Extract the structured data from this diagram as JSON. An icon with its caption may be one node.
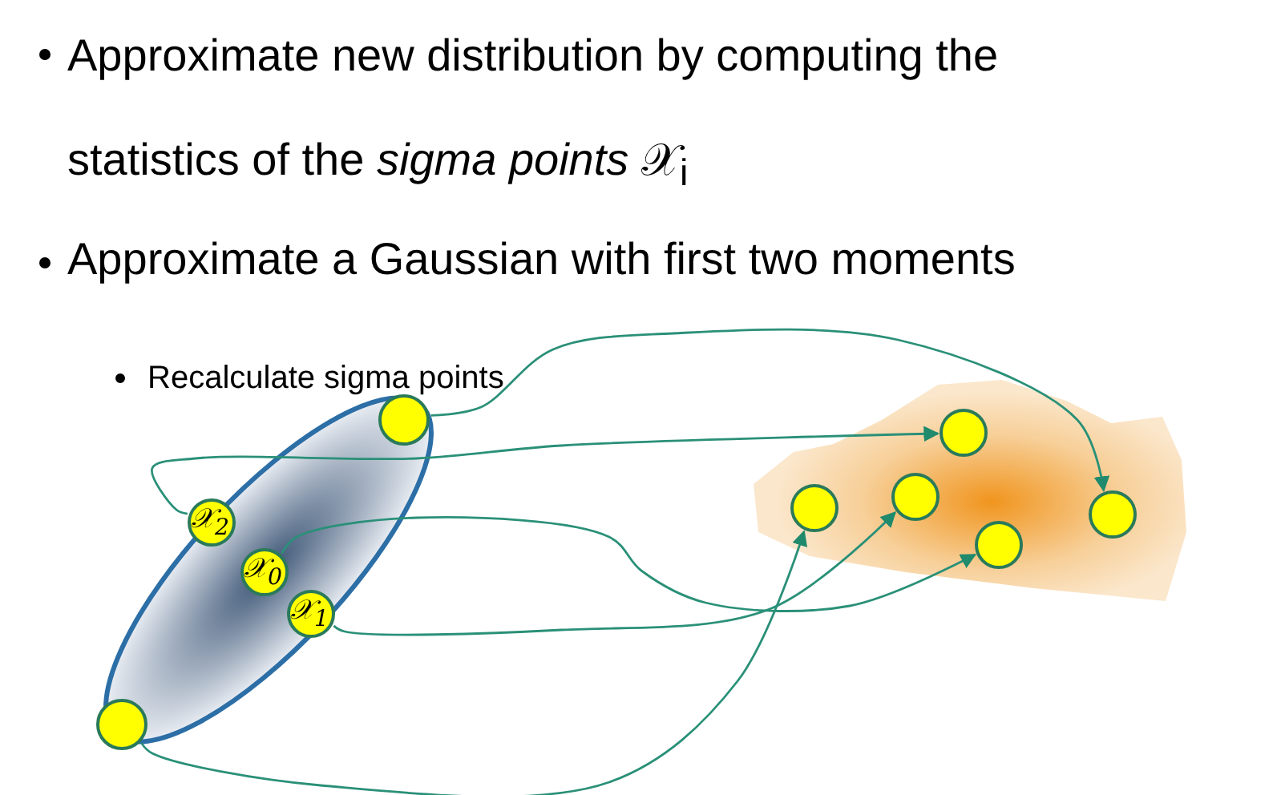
{
  "diagram": {
    "nodes": [
      {
        "text": [],
        "shape": "ellipse"
      },
      {
        "text": [],
        "shape": "circle",
        "in": 0
      },
      {
        "text": [
          "𝒳$_{2}$"
        ],
        "in": 0
      },
      {
        "text": [
          "𝒳$_{0}$"
        ],
        "in": 0
      },
      {
        "text": [
          "𝒳$_{1}$"
        ],
        "in": 0
      },
      {
        "text": [],
        "shape": "circle",
        "in": 0
      },
      {
        "text": [],
        "shape": "blob"
      },
      {
        "text": [],
        "shape": "circle",
        "in": 6
      },
      {
        "text": [],
        "shape": "circle",
        "in": 6
      },
      {
        "text": [],
        "shape": "circle",
        "in": 6
      },
      {
        "text": [],
        "shape": "circle",
        "in": 6
      },
      {
        "text": [],
        "shape": "circle",
        "in": 6
      }
    ],
    "edges": [
      {
        "from": 1,
        "to": 11,
        "arrow": "to"
      },
      {
        "from": 2,
        "to": 7,
        "arrow": "to"
      },
      {
        "from": 3,
        "to": 10,
        "arrow": "to"
      },
      {
        "from": 4,
        "to": 9,
        "arrow": "to"
      },
      {
        "from": 5,
        "to": 8,
        "arrow": "to"
      }
    ],
    "labels": [
      "Approximate new distribution by computing the statistics of the *sigma points* 𝒳$_{i}$",
      "Approximate a Gaussian with first two moments",
      "Recalculate sigma points"
    ]
  }
}
